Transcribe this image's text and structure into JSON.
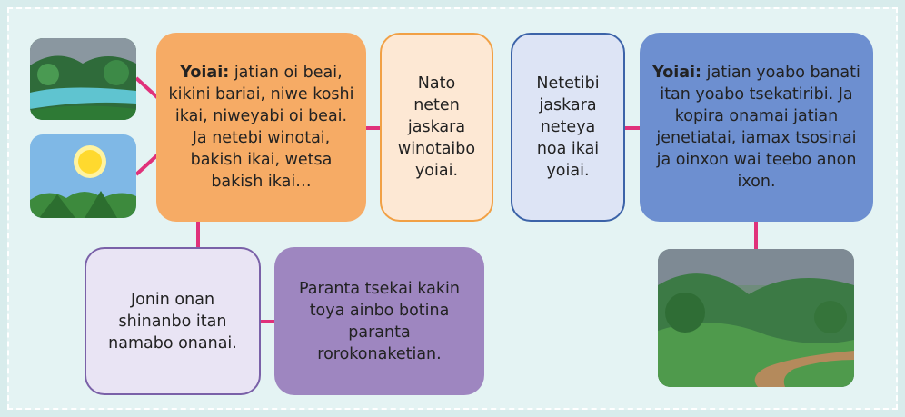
{
  "boxes": {
    "orange": {
      "label": "Yoiai:",
      "text": " jatian oi beai, kikini bariai, niwe koshi ikai, niweyabi oi beai. Ja netebi winotai, bakish ikai, wetsa bakish ikai…"
    },
    "peach": {
      "text": "Nato neten jaskara winotaibo yoiai."
    },
    "lightblue": {
      "text": "Netetibi jaskara neteya noa ikai yoiai."
    },
    "blue": {
      "label": "Yoiai:",
      "text": " jatian yoabo banati itan yoabo tsekatiribi. Ja kopira onamai jatian jenetiatai, iamax tsosinai ja oinxon wai teebo anon ixon."
    },
    "lavender": {
      "text": "Jonin onan shinanbo itan namabo onanai."
    },
    "purple": {
      "text": "Paranta tsekai kakin toya ainbo botina paranta rorokonaketian."
    }
  },
  "colors": {
    "connector": "#e0317a",
    "orange": "#f6ab65",
    "blue": "#6d8fd0",
    "purple": "#9e86c0"
  },
  "images": [
    "forest-river-image",
    "sun-sky-image",
    "valley-road-image"
  ]
}
